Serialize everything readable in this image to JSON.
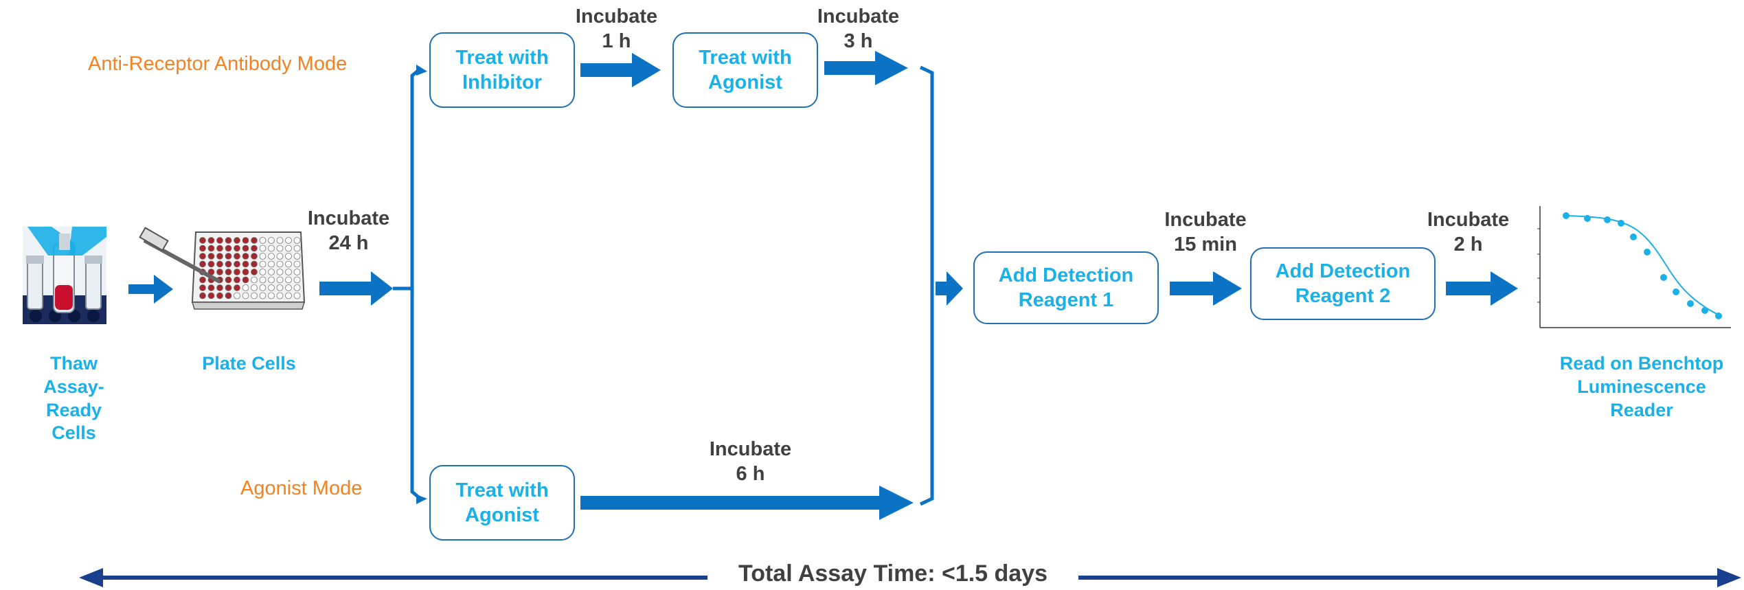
{
  "modes": {
    "anti_receptor": "Anti-Receptor Antibody Mode",
    "agonist": "Agonist Mode"
  },
  "steps": {
    "thaw": "Thaw\nAssay-Ready\nCells",
    "plate": "Plate Cells",
    "read": "Read on Benchtop\nLuminescence\nReader"
  },
  "boxes": {
    "treat_inhibitor": "Treat with\nInhibitor",
    "treat_agonist_top": "Treat with\nAgonist",
    "treat_agonist_bottom": "Treat with\nAgonist",
    "detection_1": "Add Detection\nReagent 1",
    "detection_2": "Add Detection\nReagent 2"
  },
  "incubations": {
    "after_plate": "Incubate\n24 h",
    "after_inhibitor": "Incubate\n1 h",
    "after_agonist_top": "Incubate\n3 h",
    "after_agonist_bottom": "Incubate\n6 h",
    "after_detection_1": "Incubate\n15 min",
    "after_detection_2": "Incubate\n2 h"
  },
  "total_time": "Total Assay Time:  <1.5 days",
  "colors": {
    "arrow": "#0b72c4",
    "box_border": "#1f6fb2",
    "box_text": "#1ab0e8",
    "mode_text": "#f58220",
    "incubate_text": "#404040",
    "total_arrow": "#1a3f8f"
  },
  "icons": {
    "thaw": "cryovial-thaw-icon",
    "plate": "microplate-pipette-icon",
    "reader": "dose-response-curve-icon"
  }
}
